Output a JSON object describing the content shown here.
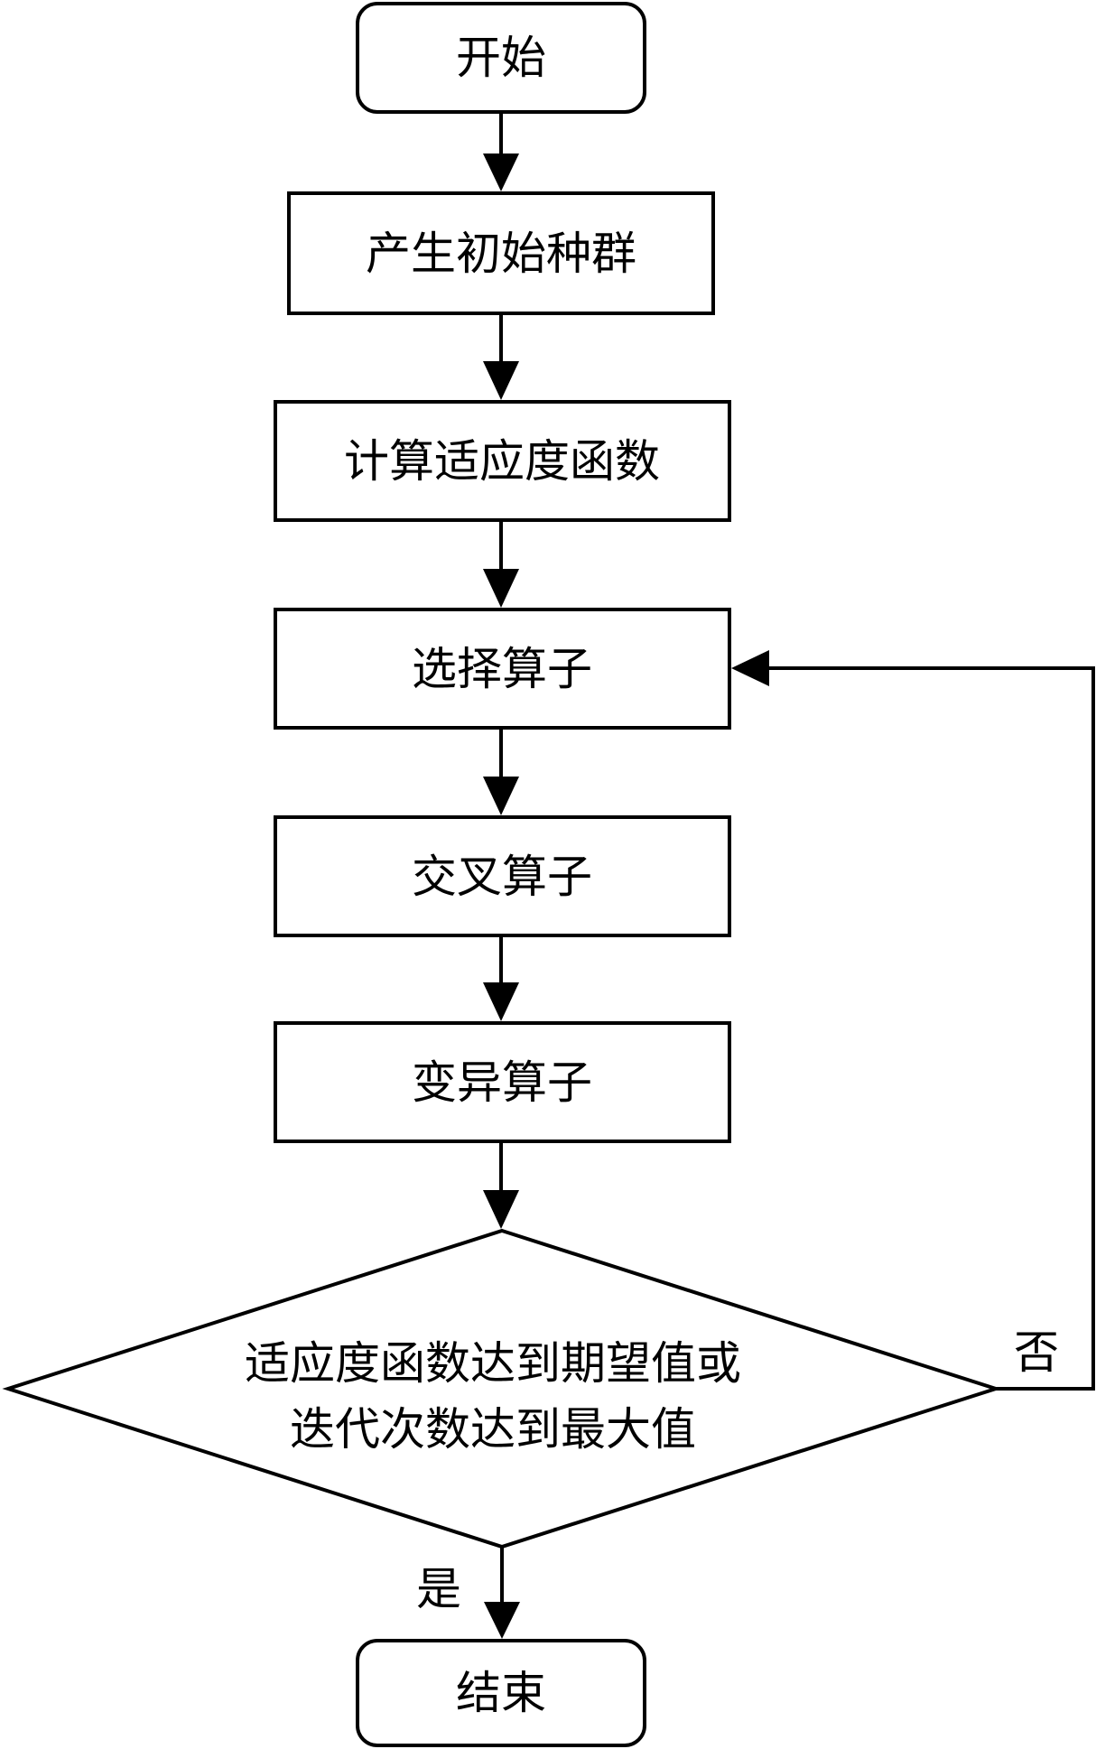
{
  "nodes": {
    "start": "开始",
    "init_population": "产生初始种群",
    "fitness": "计算适应度函数",
    "selection": "选择算子",
    "crossover": "交叉算子",
    "mutation": "变异算子",
    "condition_line1": "适应度函数达到期望值或",
    "condition_line2": "迭代次数达到最大值",
    "end": "结束"
  },
  "edges": {
    "no_label": "否",
    "yes_label": "是"
  }
}
